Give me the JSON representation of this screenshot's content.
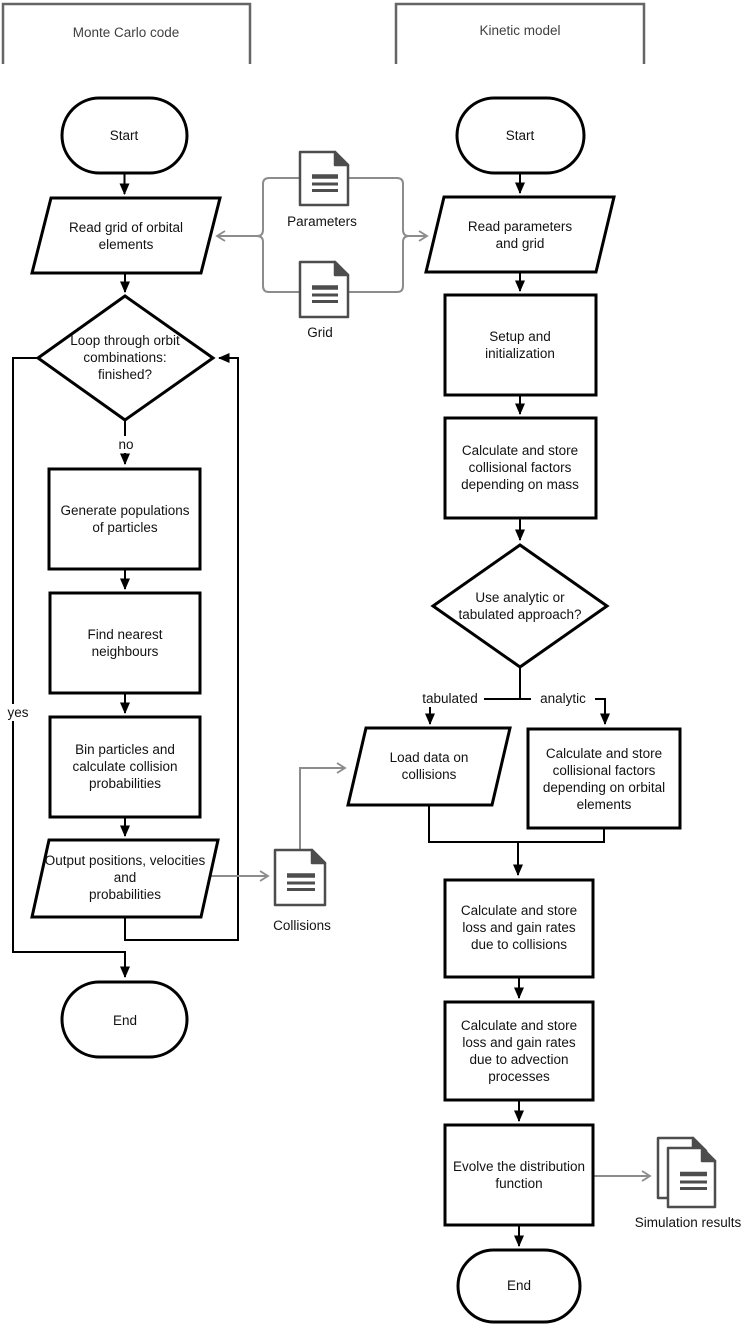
{
  "columns": {
    "monte_carlo_title": "Monte Carlo code",
    "kinetic_title": "Kinetic model"
  },
  "monte_carlo": {
    "start": "Start",
    "read_grid": "Read grid of orbital\nelements",
    "loop_diamond": "Loop through orbit\ncombinations:\nfinished?",
    "no_label": "no",
    "yes_label": "yes",
    "generate": "Generate populations\nof particles",
    "find_neighbours": "Find nearest\nneighbours",
    "bin_particles": "Bin particles and\ncalculate collision\nprobabilities",
    "output": "Output positions, velocities\nand\nprobabilities",
    "end": "End"
  },
  "kinetic": {
    "start": "Start",
    "read_params": "Read parameters\nand grid",
    "setup": "Setup and\ninitialization",
    "calc_mass": "Calculate and store\ncollisional factors\ndepending on mass",
    "approach_diamond": "Use analytic or\ntabulated approach?",
    "tabulated_label": "tabulated",
    "analytic_label": "analytic",
    "load_data": "Load data on\ncollisions",
    "calc_orbital": "Calculate and store\ncollisional factors\ndepending on orbital\nelements",
    "loss_collisions": "Calculate and store\nloss and gain rates\ndue to collisions",
    "loss_advection": "Calculate and store\nloss and gain rates\ndue to advection\nprocesses",
    "evolve": "Evolve the distribution\nfunction",
    "end": "End"
  },
  "files": {
    "parameters": "Parameters",
    "grid": "Grid",
    "collisions": "Collisions",
    "simulation_results": "Simulation results"
  },
  "colors": {
    "shape_stroke": "#000000",
    "doc_icon": "#4d4d4d",
    "gray_connector": "#8c8c8c",
    "bracket": "#666666",
    "text": "#121212"
  }
}
